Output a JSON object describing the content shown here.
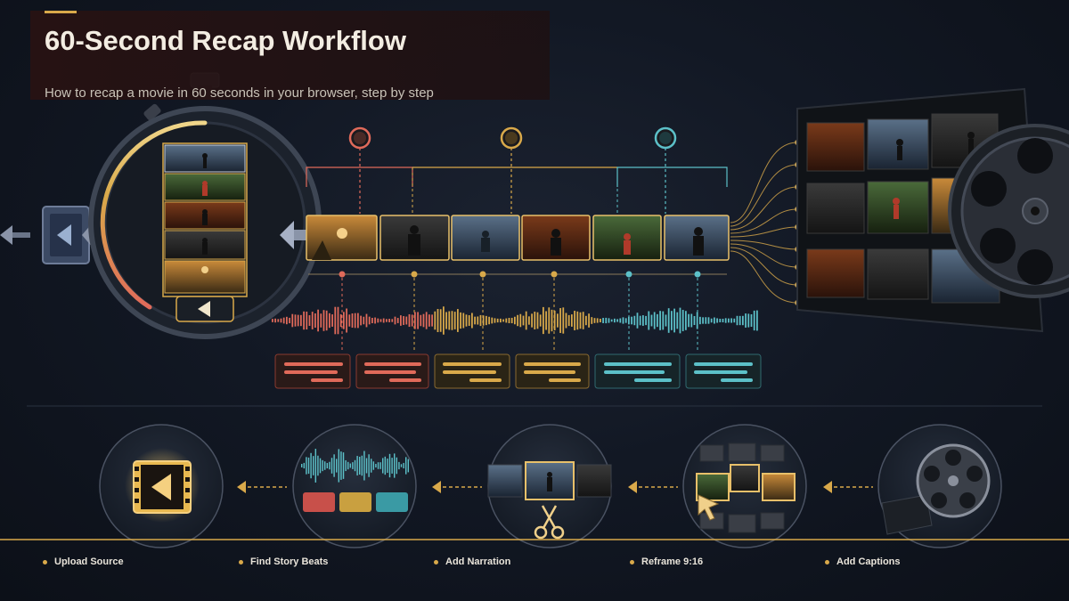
{
  "header": {
    "title": "60-Second Recap Workflow",
    "subtitle": "How to recap a movie in 60 seconds in your browser, step by step"
  },
  "colors": {
    "accent_gold": "#d9a94a",
    "beat_red": "#e06a5a",
    "beat_gold": "#d9a94a",
    "beat_teal": "#5cc0c8",
    "background": "#121824"
  },
  "icons": {
    "stopwatch": "stopwatch-icon",
    "film_reel": "film-reel-icon",
    "play": "play-icon",
    "waveform": "waveform-icon",
    "scissors": "scissors-icon",
    "cursor": "cursor-icon"
  },
  "steps": [
    {
      "label": "Upload Source",
      "icon": "play-film-icon"
    },
    {
      "label": "Find Story Beats",
      "icon": "waveform-icon"
    },
    {
      "label": "Add Narration",
      "icon": "scissors-icon"
    },
    {
      "label": "Reframe 9:16",
      "icon": "cursor-icon"
    },
    {
      "label": "Add Captions",
      "icon": "film-reel-icon"
    }
  ]
}
